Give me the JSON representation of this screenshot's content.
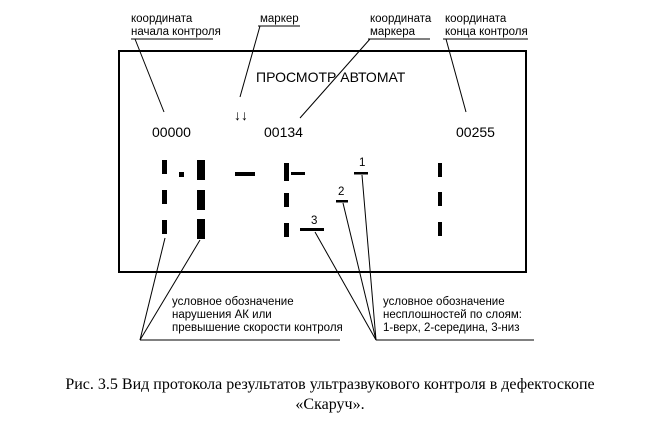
{
  "callouts": {
    "start_coordinate": [
      "координата",
      "начала контроля"
    ],
    "marker": "маркер",
    "marker_coordinate": [
      "координата",
      "маркера"
    ],
    "end_coordinate": [
      "координата",
      "конца контроля"
    ],
    "ak_violation": [
      "условное обозначение",
      "нарушения АК или",
      "превышение скорости контроля"
    ],
    "discontinuity": [
      "условное обозначение",
      "несплошностей по слоям:",
      "1-верх, 2-середина, 3-низ"
    ]
  },
  "screen": {
    "title": "ПРОСМОТР АВТОМАТ",
    "marker_symbol": "↓↓",
    "start_value": "00000",
    "marker_value": "00134",
    "end_value": "00255",
    "layer_1": "1",
    "layer_2": "2",
    "layer_3": "3"
  },
  "caption": {
    "line1": "Рис. 3.5 Вид протокола результатов ультразвукового контроля в дефектоскопе",
    "line2": "«Скаруч»."
  }
}
